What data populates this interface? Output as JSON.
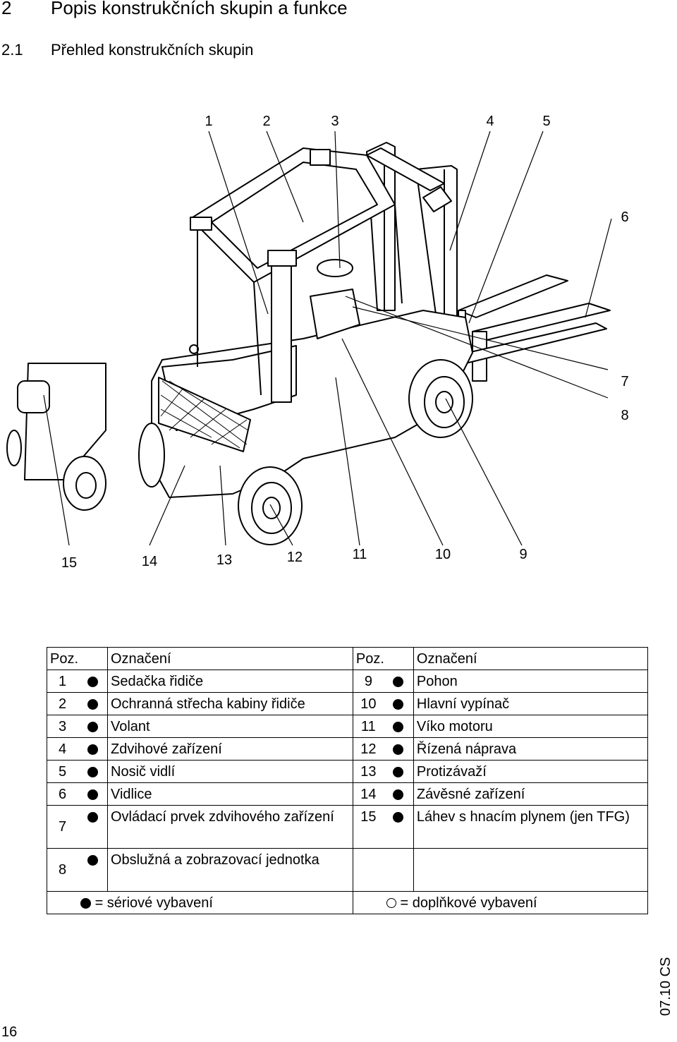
{
  "heading": {
    "number": "2",
    "title": "Popis konstrukčních skupin a funkce"
  },
  "subheading": {
    "number": "2.1",
    "title": "Přehled konstrukčních skupin"
  },
  "callouts": [
    "1",
    "2",
    "3",
    "4",
    "5",
    "6",
    "7",
    "8",
    "9",
    "10",
    "11",
    "12",
    "13",
    "14",
    "15"
  ],
  "table": {
    "header": {
      "pos": "Poz.",
      "label": "Označení"
    },
    "rows": [
      {
        "l_num": "1",
        "l_label": "Sedačka řidiče",
        "r_num": "9",
        "r_label": "Pohon"
      },
      {
        "l_num": "2",
        "l_label": "Ochranná střecha kabiny řidiče",
        "r_num": "10",
        "r_label": "Hlavní vypínač"
      },
      {
        "l_num": "3",
        "l_label": "Volant",
        "r_num": "11",
        "r_label": "Víko motoru"
      },
      {
        "l_num": "4",
        "l_label": "Zdvihové zařízení",
        "r_num": "12",
        "r_label": "Řízená náprava"
      },
      {
        "l_num": "5",
        "l_label": "Nosič vidlí",
        "r_num": "13",
        "r_label": "Protizávaží"
      },
      {
        "l_num": "6",
        "l_label": "Vidlice",
        "r_num": "14",
        "r_label": "Závěsné zařízení"
      },
      {
        "l_num": "7",
        "l_label": "Ovládací prvek zdvihového zařízení",
        "r_num": "15",
        "r_label": "Láhev s hnacím plynem (jen TFG)"
      },
      {
        "l_num": "8",
        "l_label": "Obslužná a zobrazovací jednotka",
        "r_num": "",
        "r_label": ""
      }
    ],
    "legend_standard": "= sériové vybavení",
    "legend_optional": "= doplňkové vybavení"
  },
  "footer": {
    "page": "16",
    "code": "07.10 CS"
  }
}
